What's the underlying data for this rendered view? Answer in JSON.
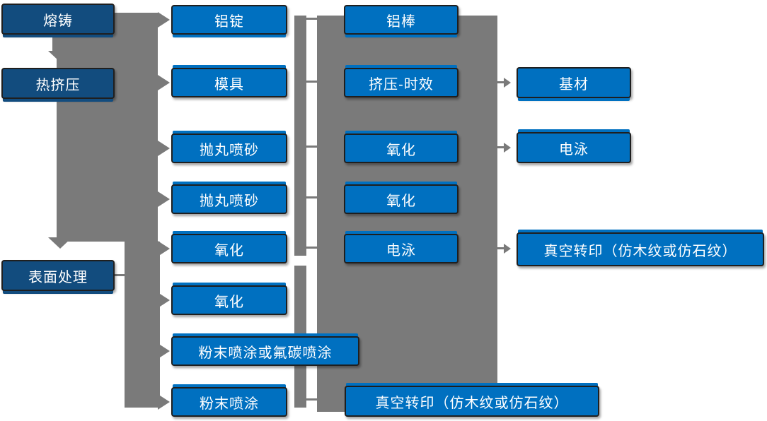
{
  "diagram": {
    "type": "process-flowchart",
    "language": "zh-CN",
    "colors": {
      "stage_box": "#124C7E",
      "process_box": "#0070C0",
      "connector": "#7A7A7A",
      "box_border": "#1F1F1F",
      "box_text": "#FFFFFF",
      "background": "#FFFFFF"
    },
    "nodes": {
      "rongzhu": "熔铸",
      "rejiya": "热挤压",
      "biaomianchuli": "表面处理",
      "lvding": "铝锭",
      "muju": "模具",
      "paowan1": "抛丸喷砂",
      "paowan2": "抛丸喷砂",
      "yanghua1": "氧化",
      "yanghua2": "氧化",
      "fenmo_or_futan": "粉末喷涂或氟碳喷涂",
      "fenmo": "粉末喷涂",
      "lvbang": "铝棒",
      "jiya_shixiao": "挤压-时效",
      "yanghua3": "氧化",
      "yanghua4": "氧化",
      "dianyong1": "电泳",
      "zhenkong1": "真空转印（仿木纹或仿石纹）",
      "jicai": "基材",
      "dianyong2": "电泳",
      "zhenkong2": "真空转印（仿木纹或仿石纹）"
    },
    "edges": [
      "熔铸→铝锭",
      "熔铸→热挤压",
      "热挤压→模具",
      "热挤压→抛丸喷砂",
      "热挤压→抛丸喷砂(2)",
      "热挤压→氧化",
      "热挤压→表面处理",
      "表面处理→氧化(2)",
      "表面处理→粉末喷涂或氟碳喷涂",
      "表面处理→粉末喷涂",
      "铝锭↔铝棒",
      "模具↔挤压-时效",
      "抛丸喷砂↔氧化",
      "抛丸喷砂(2)↔氧化(2)",
      "氧化↔电泳",
      "粉末喷涂↔真空转印（仿木纹或仿石纹）",
      "挤压-时效→基材",
      "氧化→电泳",
      "电泳→真空转印（仿木纹或仿石纹）"
    ]
  }
}
